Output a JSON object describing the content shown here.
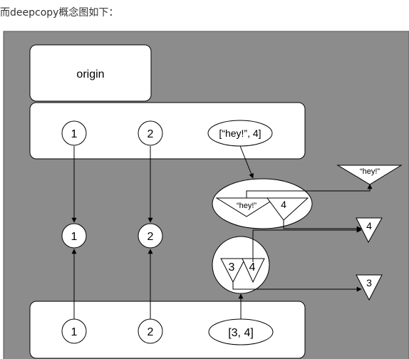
{
  "caption": "而deepcopy概念图如下：",
  "colors": {
    "canvas": "#8c8c8c",
    "panel": "#ffffff",
    "stroke": "#000000"
  },
  "diagram": {
    "origin_label": "origin",
    "origin_items": [
      "1",
      "2",
      "[“hey!”, 4]"
    ],
    "copy_items": [
      "1",
      "2",
      "[3, 4]"
    ],
    "shared_values": [
      "1",
      "2"
    ],
    "origin_list_cells": [
      "“hey!”",
      "4"
    ],
    "copy_list_cells": [
      "3",
      "4"
    ],
    "value_hey": "“hey!”",
    "value_4": "4",
    "value_3": "3"
  }
}
